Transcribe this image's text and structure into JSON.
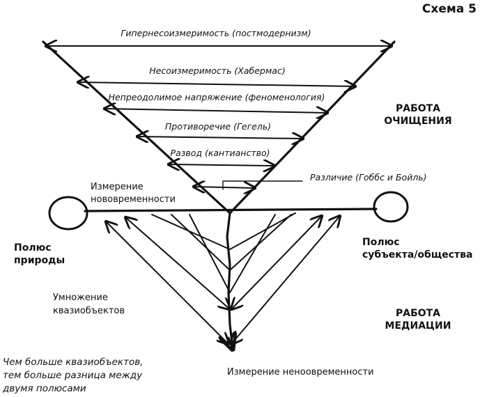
{
  "title": "Схема 5",
  "arcs": [
    "Гипернесоизмеримость (постмодернизм)",
    "Несоизмеримость (Хабермас)",
    "Непреодолимое напряжение (феноменология)",
    "Противоречие (Гегель)",
    "Развод (кантианство)"
  ],
  "difference": "Различие (Гоббс и Бойль)",
  "purification_work": [
    "РАБОТА",
    "ОЧИЩЕНИЯ"
  ],
  "mediation_work": [
    "РАБОТА",
    "МЕДИАЦИИ"
  ],
  "modernity_dimension": [
    "Измерение",
    "нововременности"
  ],
  "nonmodernity_dimension": "Измерение нenовременности",
  "nature_pole": [
    "Полюс",
    "природы"
  ],
  "subject_pole": [
    "Полюс",
    "субъекта/общества"
  ],
  "quasi_objects": [
    "Умножение",
    "квазиобъектов"
  ],
  "footnote": [
    "Чем больше квазиобъектов,",
    "тем больше разница между",
    "двумя полюсами"
  ]
}
